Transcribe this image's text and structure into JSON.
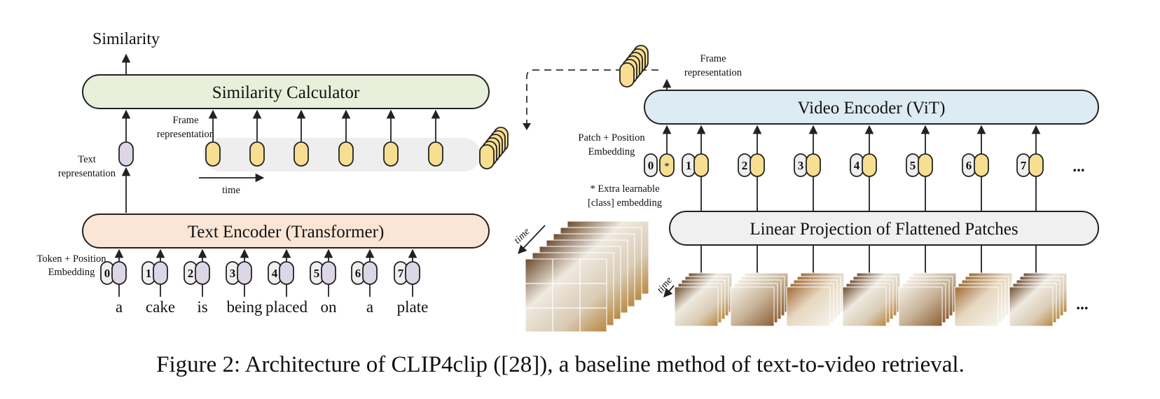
{
  "diagram": {
    "output_label": "Similarity",
    "similarity_calculator": "Similarity Calculator",
    "text_encoder": "Text Encoder (Transformer)",
    "video_encoder": "Video Encoder (ViT)",
    "linear_projection": "Linear Projection of Flattened Patches",
    "text_representation": [
      "Text",
      "representation"
    ],
    "frame_representation_left": [
      "Frame",
      "representation"
    ],
    "frame_representation_right": [
      "Frame",
      "representation"
    ],
    "time_label": "time",
    "time_label_video": "time",
    "time_label_patches": "time",
    "token_embedding_label": [
      "Token + Position",
      "Embedding"
    ],
    "patch_embedding_label": [
      "Patch + Position",
      "Embedding"
    ],
    "class_note": [
      "* Extra learnable",
      "[class] embedding"
    ],
    "class_token_marker": "*",
    "ellipsis": "...",
    "tokens": [
      {
        "index": "0",
        "word": "a"
      },
      {
        "index": "1",
        "word": "cake"
      },
      {
        "index": "2",
        "word": "is"
      },
      {
        "index": "3",
        "word": "being"
      },
      {
        "index": "4",
        "word": "placed"
      },
      {
        "index": "5",
        "word": "on"
      },
      {
        "index": "6",
        "word": "a"
      },
      {
        "index": "7",
        "word": "plate"
      }
    ],
    "patch_indices": [
      "0",
      "1",
      "2",
      "3",
      "4",
      "5",
      "6",
      "7"
    ],
    "colors": {
      "similarity_fill": "#e8f0dc",
      "text_encoder_fill": "#fbe6d6",
      "video_encoder_fill": "#dcecf2",
      "projection_fill": "#f0f0f0",
      "text_token_fill": "#dcd6e6",
      "frame_token_fill": "#f8de90",
      "index_fill": "#efefef",
      "frame_band_fill": "#eeeeee"
    }
  },
  "caption": "Figure 2: Architecture of CLIP4clip ([28]), a baseline method of text-to-video retrieval."
}
